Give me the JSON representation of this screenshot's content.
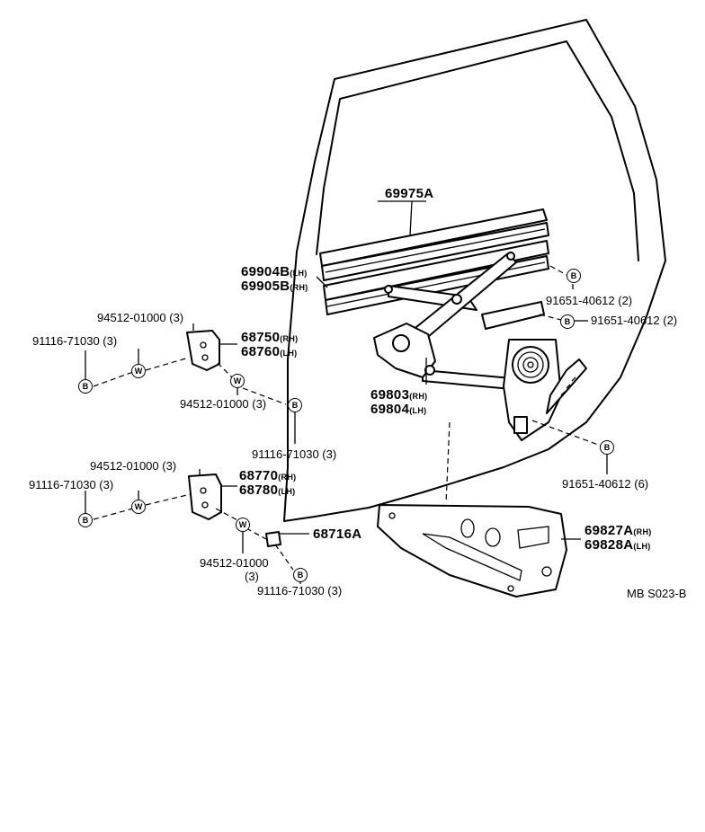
{
  "parts": {
    "glass_run": "69975A",
    "channel_lh": "69904B",
    "channel_rh": "69905B",
    "regulator_rh": "69803",
    "regulator_lh": "69804",
    "panel_rh": "69827A",
    "panel_lh": "69828A",
    "upper_hinge_rh": "68750",
    "upper_hinge_lh": "68760",
    "lower_hinge_rh": "68770",
    "lower_hinge_lh": "68780",
    "check": "68716A"
  },
  "fasteners": {
    "bolt_a": "91651-40612 (2)",
    "bolt_b": "91651-40612 (2)",
    "bolt_c": "91651-40612 (6)",
    "washer_1": "94512-01000 (3)",
    "washer_2": "94512-01000 (3)",
    "washer_3": "94512-01000 (3)",
    "washer_4": "94512-01000",
    "washer_4_qty": "(3)",
    "bolt_1": "91116-71030 (3)",
    "bolt_2": "91116-71030 (3)",
    "bolt_3": "91116-71030 (3)",
    "bolt_4": "91116-71030 (3)"
  },
  "suffix": {
    "rh": "(RH)",
    "lh": "(LH)"
  },
  "symbols": {
    "bolt": "B",
    "washer": "W"
  },
  "ref_code": "MB S023-B"
}
